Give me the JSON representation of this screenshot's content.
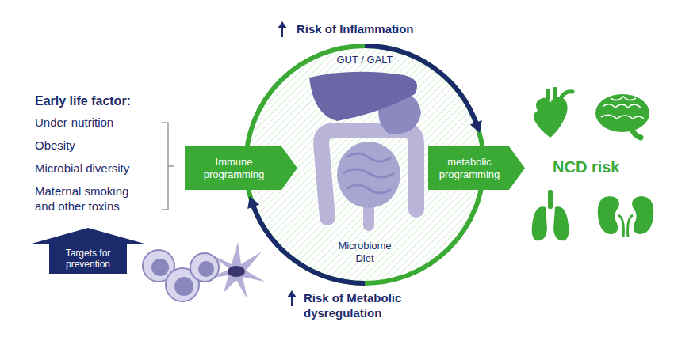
{
  "diagram": {
    "nodes": [
      {
        "text": [
          "Immune programming"
        ]
      },
      {
        "text": [
          "GUT / GALT",
          "Microbiome Diet"
        ]
      },
      {
        "text": [
          "metabolic programming"
        ]
      },
      {
        "text": [
          "Targets for prevention"
        ]
      }
    ],
    "labels": [
      "Risk of Inflammation",
      "Early life factor:",
      "Under-nutrition",
      "Obesity",
      "Microbial diversity",
      "Maternal smoking and other toxins",
      "NCD risk",
      "Risk of Metabolic dysregulation"
    ]
  }
}
